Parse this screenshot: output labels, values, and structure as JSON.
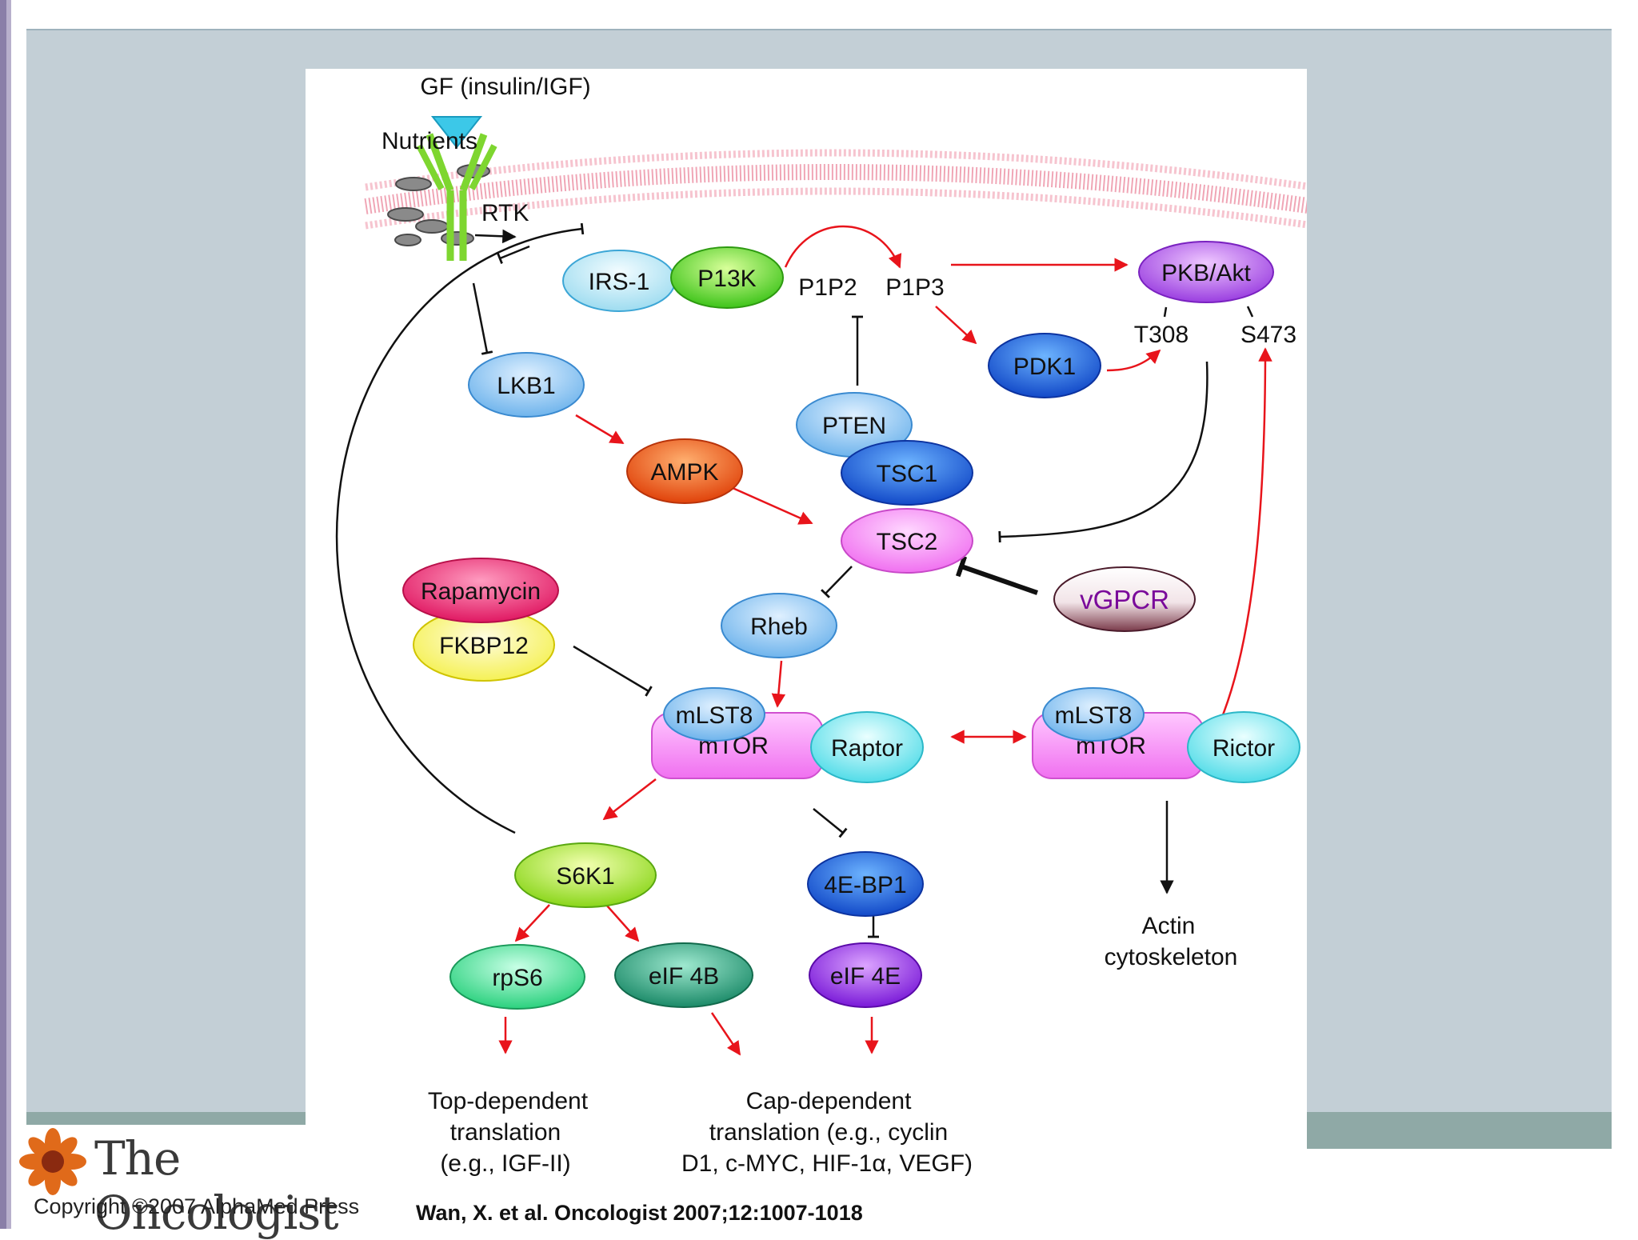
{
  "labels": {
    "gf": "GF (insulin/IGF)",
    "nutrients": "Nutrients",
    "rtk": "RTK",
    "p1p2": "P1P2",
    "p1p3": "P1P3",
    "t308": "T308",
    "s473": "S473",
    "actin_line1": "Actin",
    "actin_line2": "cytoskeleton",
    "top_dep_line1": "Top-dependent",
    "top_dep_line2": "translation",
    "top_dep_line3": "(e.g., IGF-II)",
    "cap_dep_line1": "Cap-dependent",
    "cap_dep_line2": "translation (e.g., cyclin",
    "cap_dep_line3": "D1, c-MYC, HIF-1α, VEGF)"
  },
  "nodes": {
    "irs1": "IRS-1",
    "p13k": "P13K",
    "pkb_akt": "PKB/Akt",
    "pten": "PTEN",
    "pdk1": "PDK1",
    "lkb1": "LKB1",
    "ampk": "AMPK",
    "tsc1": "TSC1",
    "tsc2": "TSC2",
    "rapamycin": "Rapamycin",
    "fkbp12": "FKBP12",
    "rheb": "Rheb",
    "vgpcr": "vGPCR",
    "mlst8_left": "mLST8",
    "mtor_left": "mTOR",
    "raptor": "Raptor",
    "mlst8_right": "mLST8",
    "mtor_right": "mTOR",
    "rictor": "Rictor",
    "s6k1": "S6K1",
    "ebp1": "4E-BP1",
    "rps6": "rpS6",
    "eif4b": "eIF 4B",
    "eif4e": "eIF 4E"
  },
  "colors": {
    "activation_arrow": "#e8141b",
    "inhibition_line": "#111111",
    "membrane": "#f0a6b6",
    "slide_background": "#c3cfd6"
  },
  "footer": {
    "logo_text": "The Oncologist",
    "copyright": "Copyright ©2007 AlphaMed Press",
    "citation": "Wan, X. et al. Oncologist 2007;12:1007-1018"
  }
}
